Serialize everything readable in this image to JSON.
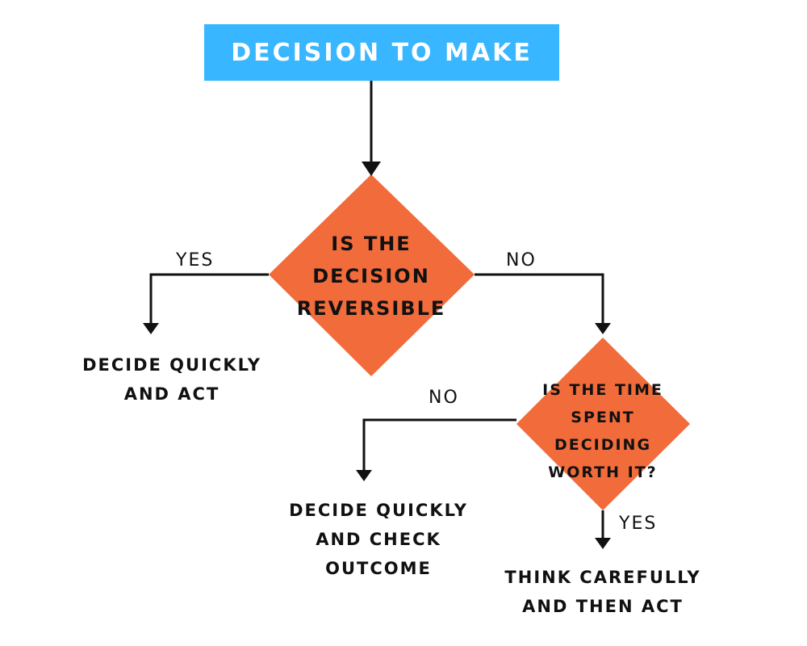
{
  "colors": {
    "start_fill": "#38b6ff",
    "decision_fill": "#f26b3a",
    "arrow": "#111111",
    "text": "#111111",
    "start_text": "#ffffff"
  },
  "start_node": {
    "label": "DECISION TO MAKE"
  },
  "decision_1": {
    "lines": [
      "IS THE",
      "DECISION",
      "REVERSIBLE"
    ]
  },
  "decision_2": {
    "lines": [
      "IS THE TIME",
      "SPENT",
      "DECIDING",
      "WORTH IT?"
    ]
  },
  "outcome_yes_1": {
    "lines": [
      "DECIDE QUICKLY",
      "AND ACT"
    ]
  },
  "outcome_no_2": {
    "lines": [
      "DECIDE QUICKLY",
      "AND CHECK",
      "OUTCOME"
    ]
  },
  "outcome_yes_2": {
    "lines": [
      "THINK CAREFULLY",
      "AND THEN ACT"
    ]
  },
  "edges": {
    "d1_yes": "YES",
    "d1_no": "NO",
    "d2_no": "NO",
    "d2_yes": "YES"
  }
}
